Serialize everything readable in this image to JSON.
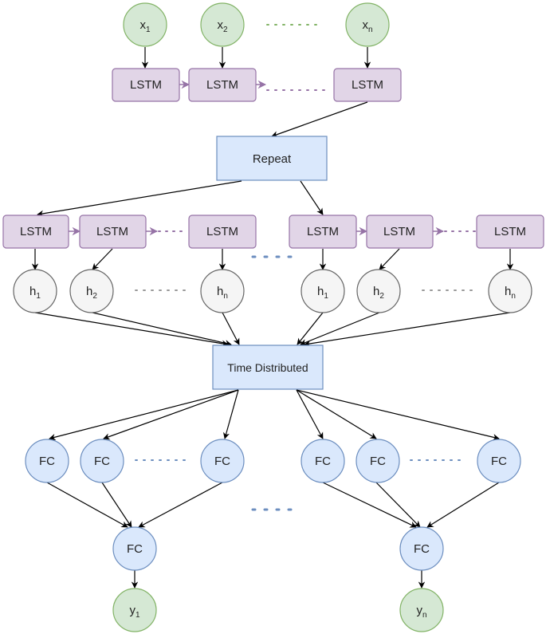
{
  "inputs": [
    {
      "main": "x",
      "sub": "1"
    },
    {
      "main": "x",
      "sub": "2"
    },
    {
      "main": "x",
      "sub": "n"
    }
  ],
  "encoder": {
    "cell_label": "LSTM"
  },
  "repeat": {
    "label": "Repeat"
  },
  "decoder": {
    "cell_label": "LSTM"
  },
  "hidden": [
    {
      "main": "h",
      "sub": "1"
    },
    {
      "main": "h",
      "sub": "2"
    },
    {
      "main": "h",
      "sub": "n"
    },
    {
      "main": "h",
      "sub": "1"
    },
    {
      "main": "h",
      "sub": "2"
    },
    {
      "main": "h",
      "sub": "n"
    }
  ],
  "time_distributed": {
    "label": "Time Distributed"
  },
  "fc": {
    "label": "FC"
  },
  "outputs": [
    {
      "main": "y",
      "sub": "1"
    },
    {
      "main": "y",
      "sub": "n"
    }
  ],
  "colors": {
    "input_fill": "#d5e8d4",
    "input_stroke": "#82b366",
    "lstm_fill": "#e1d5e7",
    "lstm_stroke": "#9673a6",
    "block_fill": "#dae8fc",
    "block_stroke": "#6c8ebf",
    "hidden_fill": "#f5f5f5",
    "hidden_stroke": "#666666",
    "edge": "#000000",
    "recurrent_arrow": "#9673a6",
    "dots_green": "#82b366",
    "dots_purple": "#9673a6",
    "dots_gray": "#999999",
    "dots_blue": "#6c8ebf"
  }
}
